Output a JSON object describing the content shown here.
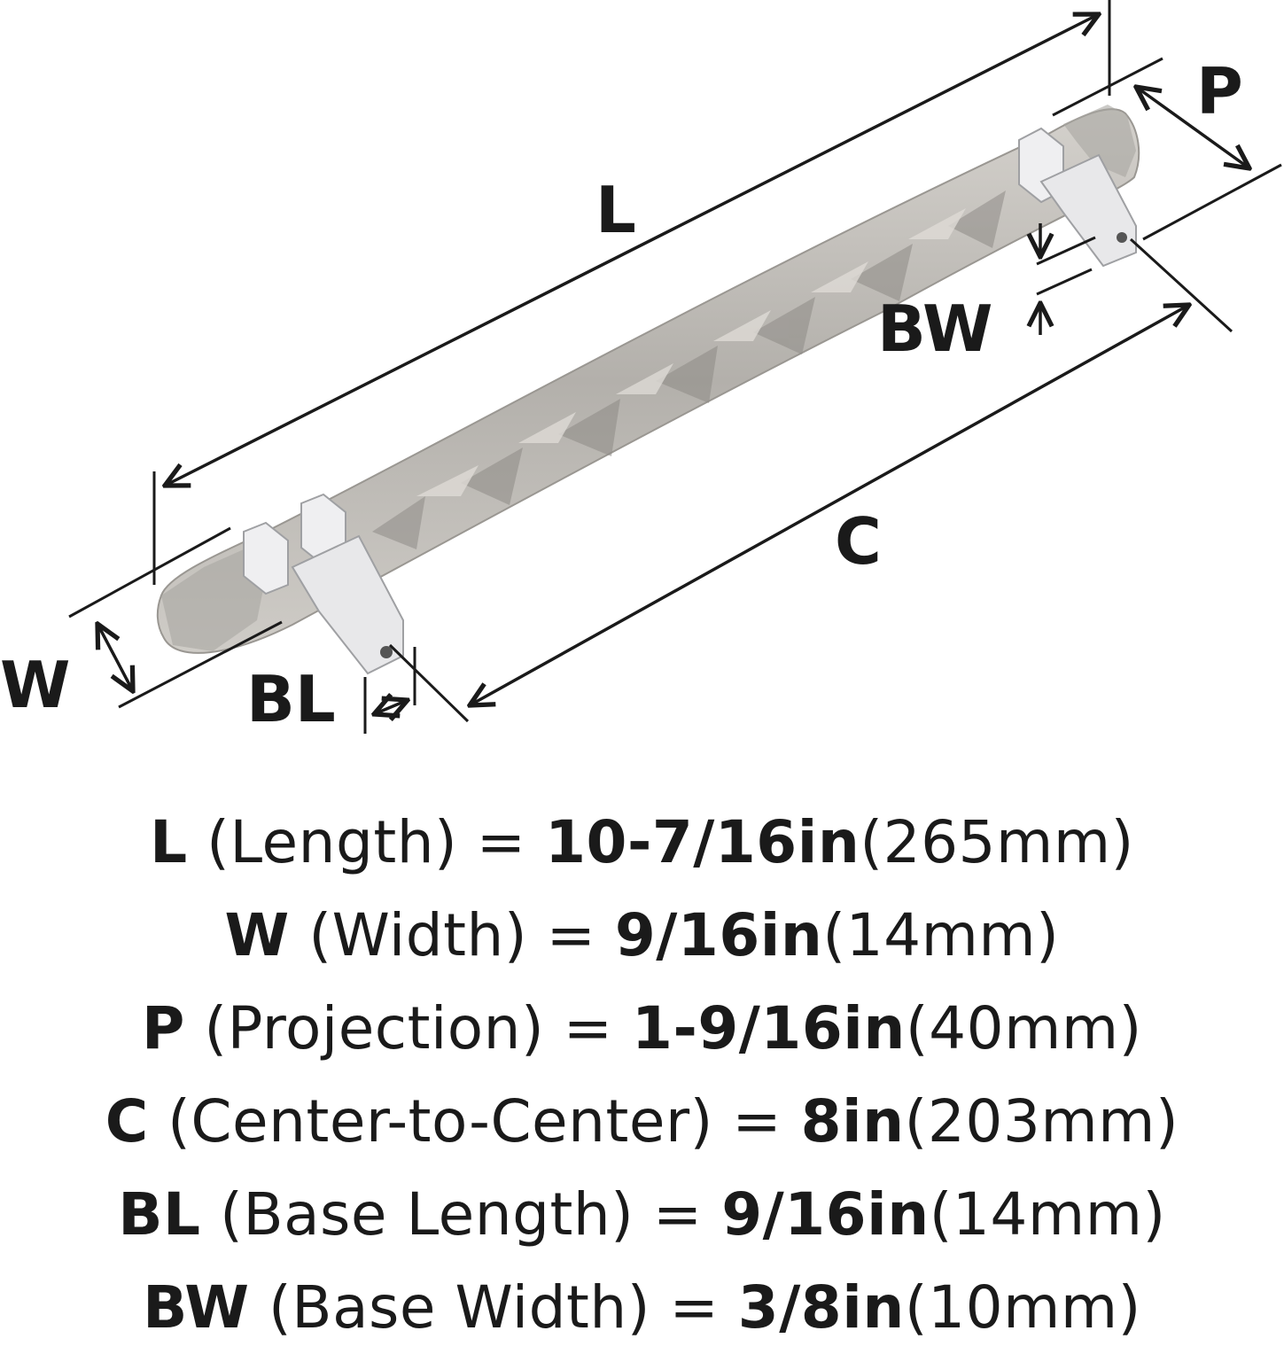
{
  "diagram": {
    "labels": {
      "L": "L",
      "P": "P",
      "BW": "BW",
      "C": "C",
      "W": "W",
      "BL": "BL"
    },
    "colors": {
      "ink": "#1a1a1a",
      "handle_satin": "#b9b6b1",
      "handle_shadow": "#8e8b86",
      "base_chrome": "#e8e8ea"
    }
  },
  "specs": [
    {
      "code": "L",
      "name": "(Length)",
      "eq": "=",
      "imperial": "10-7/16in",
      "metric": "(265mm)"
    },
    {
      "code": "W",
      "name": "(Width)",
      "eq": "=",
      "imperial": "9/16in",
      "metric": "(14mm)"
    },
    {
      "code": "P",
      "name": "(Projection)",
      "eq": "=",
      "imperial": "1-9/16in",
      "metric": "(40mm)"
    },
    {
      "code": "C",
      "name": "(Center-to-Center)",
      "eq": "=",
      "imperial": "8in",
      "metric": "(203mm)"
    },
    {
      "code": "BL",
      "name": "(Base Length)",
      "eq": "=",
      "imperial": "9/16in",
      "metric": "(14mm)"
    },
    {
      "code": "BW",
      "name": "(Base Width)",
      "eq": "=",
      "imperial": "3/8in",
      "metric": "(10mm)"
    }
  ]
}
